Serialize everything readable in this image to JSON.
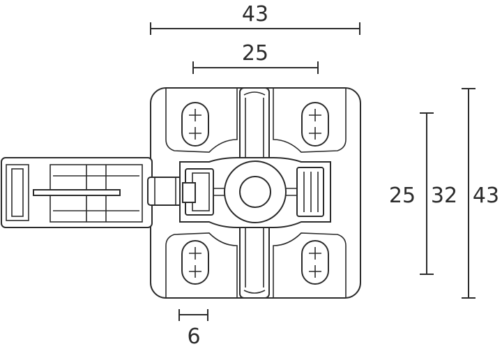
{
  "dimensions": {
    "top_width": "43",
    "inner_width": "25",
    "slot_width": "6",
    "height_inner": "25",
    "height_mid": "32",
    "height_outer": "43"
  },
  "colors": {
    "line": "#2b2b2b",
    "background": "#ffffff"
  }
}
